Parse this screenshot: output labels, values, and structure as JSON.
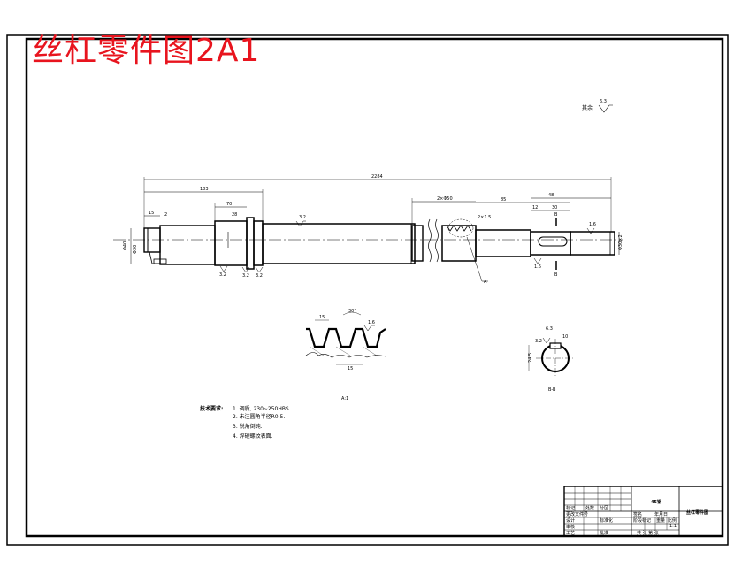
{
  "title": "丝杠零件图2A1",
  "roughness_note": {
    "label": "其余",
    "value": "6.3"
  },
  "shaft": {
    "dimensions": {
      "overall_length": "2284",
      "left_section": "183",
      "small_left_1": "15",
      "small_left_2": "2",
      "collar": "70",
      "collar_small": "28",
      "right_keyseat": "2×Φ50",
      "right_mid": "85",
      "right_step": "48",
      "right_a": "12",
      "right_b": "30",
      "left_dia": "Φ40",
      "left_dia2": "Φ30",
      "right_dia": "Φ30×2",
      "groove": "2×1.5"
    },
    "roughness_marks": [
      "3.2",
      "3.2",
      "3.2",
      "3.2",
      "1.6",
      "1.6"
    ],
    "section_labels": [
      "B",
      "B"
    ],
    "detail_tag": "A"
  },
  "thread_detail": {
    "label": "A:1",
    "dims": [
      "15",
      "30°",
      "1.6",
      "15"
    ]
  },
  "section_bb": {
    "label": "B-B",
    "dims": [
      "3.2",
      "10",
      "6.3",
      "24.5"
    ]
  },
  "tech_requirements": {
    "heading": "技术要求:",
    "items": [
      "1. 调质, 230~250HBS.",
      "2. 未注圆角半径R0.5.",
      "3. 锐角倒钝.",
      "4. 淬硬螺纹表面."
    ]
  },
  "title_block": {
    "material": "45钢",
    "part_name": "丝杠零件图",
    "scale": "1:1",
    "cells": {
      "mark": "标记",
      "count": "处数",
      "division": "分区",
      "change_doc": "更改文件号",
      "sign": "签名",
      "date": "年月日",
      "designer": "设计",
      "standardize": "标准化",
      "stage_mark": "阶段标记",
      "weight": "重量",
      "scale_label": "比例",
      "review": "审核",
      "process": "工艺",
      "approve": "批准",
      "sheets": "共 张 第 张"
    }
  },
  "colors": {
    "title": "#e8141e",
    "lines": "#000000",
    "paper": "#ffffff"
  }
}
